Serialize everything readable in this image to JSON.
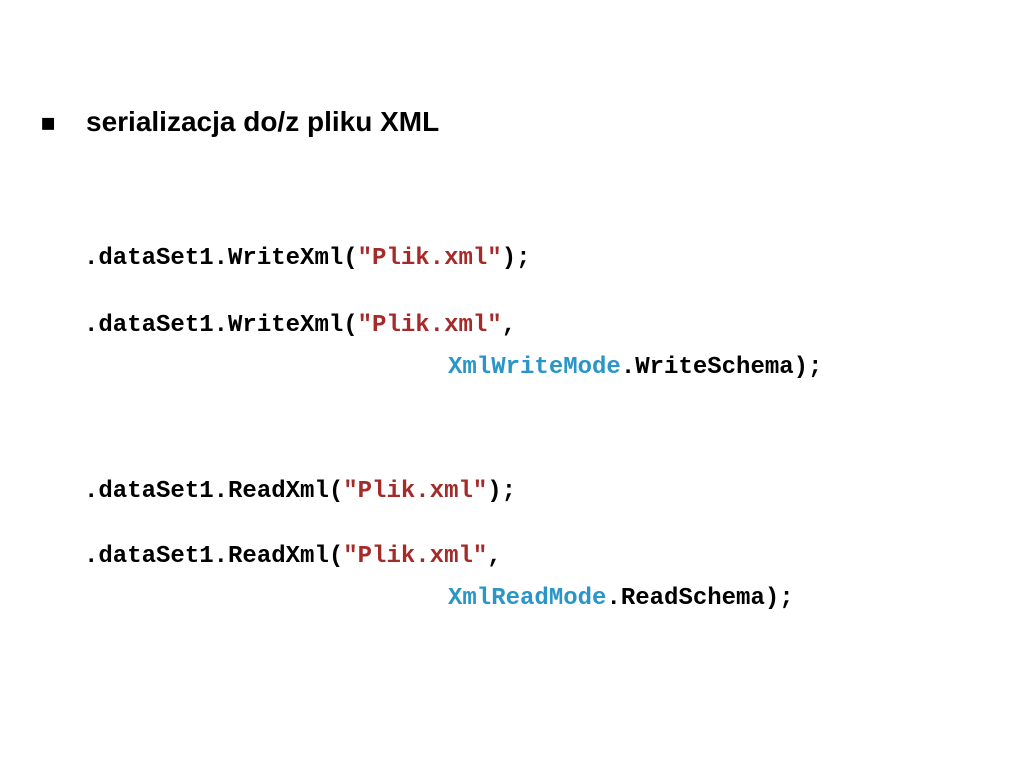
{
  "slide": {
    "bullet": {
      "marker": "▪",
      "text": "serializacja do/z pliku XML"
    },
    "code": {
      "write_simple": {
        "prefix": ".dataSet1.WriteXml(",
        "string": "\"Plik.xml\"",
        "suffix": ");"
      },
      "write_schema": {
        "prefix": ".dataSet1.WriteXml(",
        "string": "\"Plik.xml\"",
        "comma": ",",
        "enum_type": "XmlWriteMode",
        "enum_rest": ".WriteSchema);"
      },
      "read_simple": {
        "prefix": ".dataSet1.ReadXml(",
        "string": "\"Plik.xml\"",
        "suffix": ");"
      },
      "read_schema": {
        "prefix": ".dataSet1.ReadXml(",
        "string": "\"Plik.xml\"",
        "comma": ",",
        "enum_type": "XmlReadMode",
        "enum_rest": ".ReadSchema);"
      }
    },
    "colors": {
      "string_literal": "#a52a2a",
      "type_name": "#2a96c8",
      "text": "#000000",
      "background": "#ffffff"
    }
  }
}
